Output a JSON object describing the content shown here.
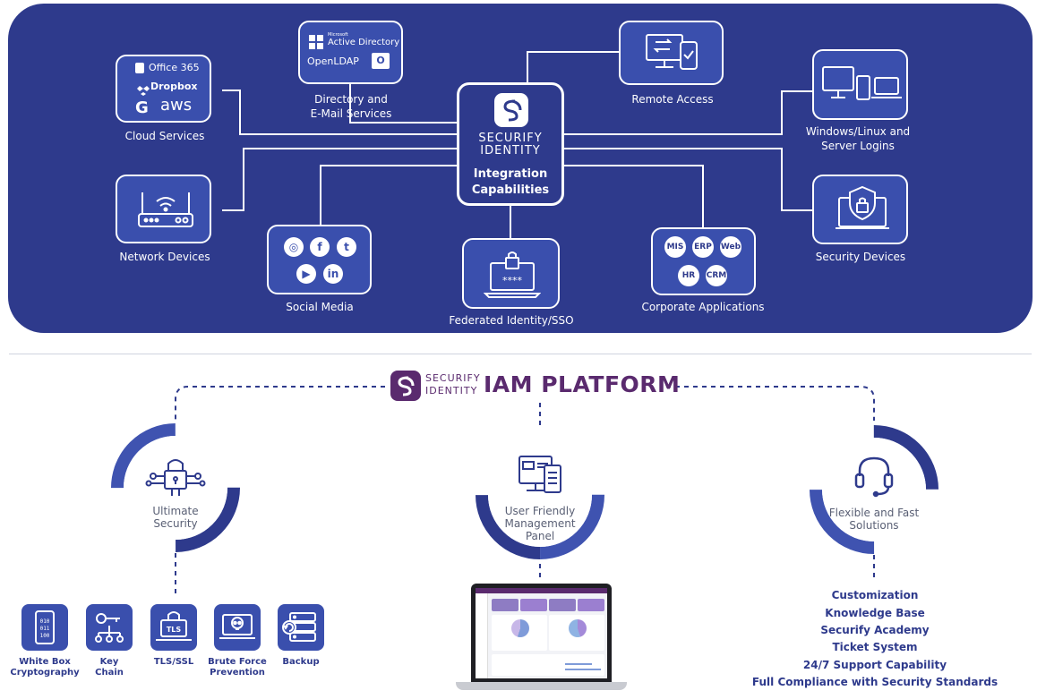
{
  "integration": {
    "center_brand_top": "SECURIFY",
    "center_brand_bottom": "IDENTITY",
    "center_title_line1": "Integration",
    "center_title_line2": "Capabilities",
    "cloud": {
      "label": "Cloud Services",
      "office": "Office 365",
      "dropbox": "Dropbox",
      "aws": "aws"
    },
    "directory": {
      "label_line1": "Directory and",
      "label_line2": "E-Mail Services",
      "ad_small": "Microsoft",
      "ad": "Active Directory",
      "ldap": "OpenLDAP"
    },
    "remote": {
      "label": "Remote Access"
    },
    "windows": {
      "label_line1": "Windows/Linux and",
      "label_line2": "Server Logins"
    },
    "network": {
      "label": "Network Devices"
    },
    "social": {
      "label": "Social Media"
    },
    "federated": {
      "label": "Federated Identity/SSO"
    },
    "corporate": {
      "label": "Corporate Applications",
      "apps": [
        "MIS",
        "ERP",
        "Web",
        "HR",
        "CRM"
      ]
    },
    "security_dev": {
      "label": "Security Devices"
    }
  },
  "platform": {
    "brand_top": "SECURIFY",
    "brand_bottom": "IDENTITY",
    "title": "IAM PLATFORM",
    "ultimate": {
      "line1": "Ultimate",
      "line2": "Security"
    },
    "panel": {
      "line1": "User Friendly",
      "line2": "Management",
      "line3": "Panel"
    },
    "flexible": {
      "line1": "Flexible and Fast",
      "line2": "Solutions"
    },
    "security_items": [
      {
        "line1": "White Box",
        "line2": "Cryptography"
      },
      {
        "line1": "Key",
        "line2": "Chain"
      },
      {
        "line1": "TLS/SSL",
        "line2": ""
      },
      {
        "line1": "Brute Force",
        "line2": "Prevention"
      },
      {
        "line1": "Backup",
        "line2": ""
      }
    ],
    "services": [
      "Customization",
      "Knowledge Base",
      "Securify Academy",
      "Ticket System",
      "24/7 Support Capability",
      "Full Compliance with Security Standards"
    ]
  },
  "colors": {
    "navy": "#2e3a8c",
    "box": "#3a4fad",
    "purple": "#5a2a6e",
    "ring_light": "#3f53b0"
  }
}
